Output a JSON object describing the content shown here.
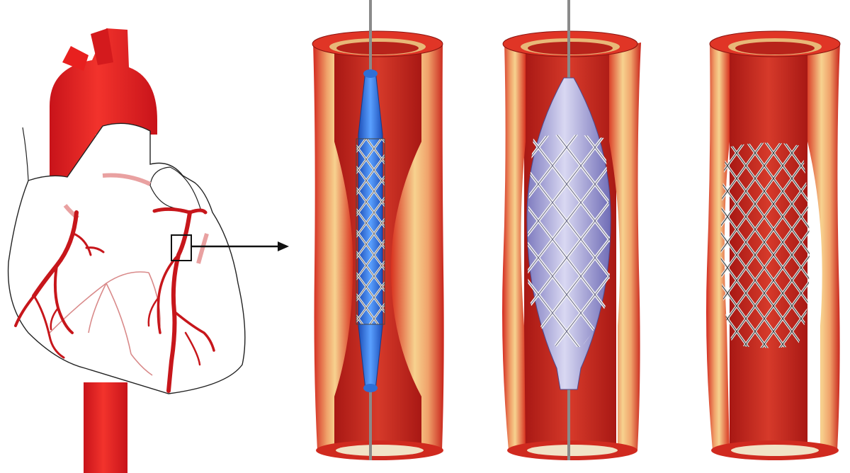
{
  "figure": {
    "panels": [
      {
        "id": "heart",
        "icon": "heart-icon"
      },
      {
        "id": "stent-crimped-on-balloon",
        "icon": "catheter-balloon-icon"
      },
      {
        "id": "balloon-inflated-stent-expanding",
        "icon": "inflated-balloon-icon"
      },
      {
        "id": "stent-deployed",
        "icon": "stent-icon"
      }
    ],
    "colors": {
      "aorta": "#e8201f",
      "artery": "#c7161b",
      "vessel_outer": "#e4372b",
      "vessel_lumen": "#c8281f",
      "plaque": "#f6d58a",
      "balloon_blue": "#2f6fd6",
      "balloon_inflated": "#a9a6d6",
      "stent_metal": "#e6e6e6",
      "guidewire": "#8a8a8a"
    }
  }
}
